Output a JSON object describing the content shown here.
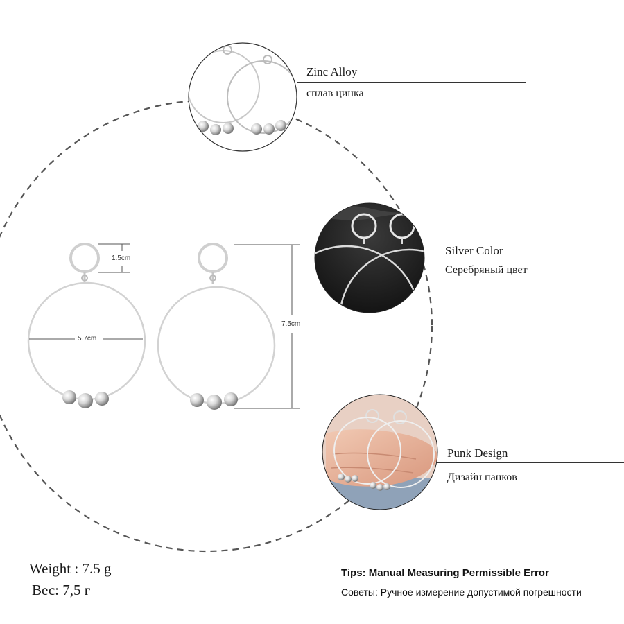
{
  "features": [
    {
      "title": "Zinc Alloy",
      "subtitle": "сплав цинка"
    },
    {
      "title": "Silver Color",
      "subtitle": "Серебряный цвет"
    },
    {
      "title": "Punk Design",
      "subtitle": "Дизайн панков"
    }
  ],
  "dimensions": {
    "top_ring": "1.5cm",
    "hoop_width": "5.7cm",
    "total_length": "7.5cm"
  },
  "weight": {
    "en": "Weight : 7.5 g",
    "ru": "Вес: 7,5 г"
  },
  "tips": {
    "title": "Tips: Manual Measuring Permissible Error",
    "subtitle": "Советы: Ручное измерение допустимой погрешности"
  },
  "colors": {
    "silver": "#c8c8c8",
    "dark_photo": "#1c1c1c",
    "skin": "#e7b8a0",
    "dashed_outline": "#555555"
  }
}
